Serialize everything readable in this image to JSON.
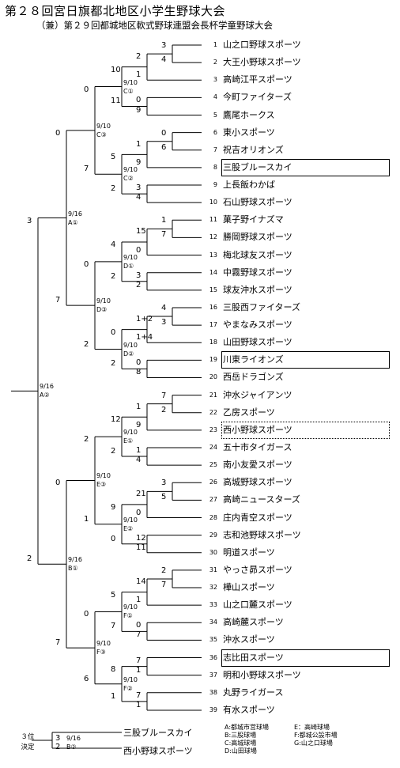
{
  "header": {
    "title": "第２８回宮日旗都北地区小学生野球大会",
    "subtitle": "（兼）第２９回都城地区軟式野球連盟会長杯学童野球大会"
  },
  "teams": [
    {
      "num": "1",
      "name": "山之口野球スポーツ"
    },
    {
      "num": "2",
      "name": "大王小野球スポーツ"
    },
    {
      "num": "3",
      "name": "高崎江平スポーツ"
    },
    {
      "num": "4",
      "name": "今町ファイターズ"
    },
    {
      "num": "5",
      "name": "鷹尾ホークス"
    },
    {
      "num": "6",
      "name": "東小スポーツ"
    },
    {
      "num": "7",
      "name": "祝吉オリオンズ"
    },
    {
      "num": "8",
      "name": "三股ブルースカイ"
    },
    {
      "num": "9",
      "name": "上長飯わかば"
    },
    {
      "num": "10",
      "name": "石山野球スポーツ"
    },
    {
      "num": "11",
      "name": "菓子野イナズマ"
    },
    {
      "num": "12",
      "name": "勝岡野球スポーツ"
    },
    {
      "num": "13",
      "name": "梅北球友スポーツ"
    },
    {
      "num": "14",
      "name": "中霧野球スポーツ"
    },
    {
      "num": "15",
      "name": "球友沖水スポーツ"
    },
    {
      "num": "16",
      "name": "三股西ファイターズ"
    },
    {
      "num": "17",
      "name": "やまなみスポーツ"
    },
    {
      "num": "18",
      "name": "山田野球スポーツ"
    },
    {
      "num": "19",
      "name": "川東ライオンズ"
    },
    {
      "num": "20",
      "name": "西岳ドラゴンズ"
    },
    {
      "num": "21",
      "name": "沖水ジャイアンツ"
    },
    {
      "num": "22",
      "name": "乙房スポーツ"
    },
    {
      "num": "23",
      "name": "西小野球スポーツ"
    },
    {
      "num": "24",
      "name": "五十市タイガース"
    },
    {
      "num": "25",
      "name": "南小友愛スポーツ"
    },
    {
      "num": "26",
      "name": "高城野球スポーツ"
    },
    {
      "num": "27",
      "name": "高崎ニュースターズ"
    },
    {
      "num": "28",
      "name": "庄内青空スポーツ"
    },
    {
      "num": "29",
      "name": "志和池野球スポーツ"
    },
    {
      "num": "30",
      "name": "明道スポーツ"
    },
    {
      "num": "31",
      "name": "やっさ昴スポーツ"
    },
    {
      "num": "32",
      "name": "樺山スポーツ"
    },
    {
      "num": "33",
      "name": "山之口麓スポーツ"
    },
    {
      "num": "34",
      "name": "高崎麓スポーツ"
    },
    {
      "num": "35",
      "name": "沖水スポーツ"
    },
    {
      "num": "36",
      "name": "志比田スポーツ"
    },
    {
      "num": "37",
      "name": "明和小野球スポーツ"
    },
    {
      "num": "38",
      "name": "丸野ライガース"
    },
    {
      "num": "39",
      "name": "有水スポーツ"
    }
  ],
  "third_place": {
    "label_line1": "３位",
    "label_line2": "決定",
    "team_top": "三股ブルースカイ",
    "team_bottom": "西小野球スポーツ",
    "score_top": "3",
    "score_bottom": "2",
    "date": "9/16",
    "code": "B②"
  },
  "legend": {
    "col1": [
      "A:都城市営球場",
      "B:三股球場",
      "C:高城球場",
      "D:山田球場"
    ],
    "col2": [
      "E：高崎球場",
      "F:都城公設市場",
      "G:山之口球場"
    ]
  },
  "bracket": {
    "first_round": [
      {
        "id": "r1",
        "a": 1,
        "b": 2,
        "sa": "3",
        "sb": "4"
      },
      {
        "id": "r6",
        "a": 6,
        "b": 7,
        "sa": "0",
        "sb": "6"
      },
      {
        "id": "r11",
        "a": 11,
        "b": 12,
        "sa": "1",
        "sb": "7"
      },
      {
        "id": "r16",
        "a": 16,
        "b": 17,
        "sa": "4",
        "sb": "3"
      },
      {
        "id": "r21",
        "a": 21,
        "b": 22,
        "sa": "7",
        "sb": "2"
      },
      {
        "id": "r26",
        "a": 26,
        "b": 27,
        "sa": "3",
        "sb": "5"
      },
      {
        "id": "r31",
        "a": 31,
        "b": 32,
        "sa": "2",
        "sb": "7"
      }
    ],
    "matches": [
      {
        "id": "m1",
        "sa": "2",
        "sb": "1",
        "date": "",
        "code": ""
      },
      {
        "id": "m2",
        "sa": "0",
        "sb": "9",
        "date": "",
        "code": ""
      },
      {
        "id": "m3",
        "sa": "10",
        "sb": "11",
        "date": "9/10",
        "code": "C①"
      },
      {
        "id": "m4",
        "sa": "1",
        "sb": "9",
        "date": "",
        "code": ""
      },
      {
        "id": "m5",
        "sa": "3",
        "sb": "4",
        "date": "",
        "code": ""
      },
      {
        "id": "m6",
        "sa": "5",
        "sb": "2",
        "date": "9/10",
        "code": "C②"
      },
      {
        "id": "m7",
        "sa": "0",
        "sb": "7",
        "date": "9/10",
        "code": "C③"
      },
      {
        "id": "m8",
        "sa": "15",
        "sb": "0",
        "date": "",
        "code": ""
      },
      {
        "id": "m9",
        "sa": "4",
        "sb": "2",
        "date": "9/10",
        "code": "D①"
      },
      {
        "id": "m10",
        "sa": "3",
        "sb": "2",
        "date": "",
        "code": ""
      },
      {
        "id": "m11",
        "sa": "1+2",
        "sb": "1+4",
        "date": "",
        "code": ""
      },
      {
        "id": "m12",
        "sa": "0",
        "sb": "2",
        "date": "9/10",
        "code": "D②"
      },
      {
        "id": "m13",
        "sa": "0",
        "sb": "8",
        "date": "",
        "code": ""
      },
      {
        "id": "m14",
        "sa": "0",
        "sb": "2",
        "date": "9/10",
        "code": "D③"
      },
      {
        "id": "m15",
        "sa": "0",
        "sb": "7",
        "date": "9/16",
        "code": "A①"
      },
      {
        "id": "m16",
        "sa": "1",
        "sb": "9",
        "date": "",
        "code": ""
      },
      {
        "id": "m17",
        "sa": "12",
        "sb": "2",
        "date": "9/10",
        "code": "E①"
      },
      {
        "id": "m18",
        "sa": "1",
        "sb": "4",
        "date": "",
        "code": ""
      },
      {
        "id": "m19",
        "sa": "2",
        "sb": "1",
        "date": "9/10",
        "code": "E③"
      },
      {
        "id": "m20",
        "sa": "21",
        "sb": "0",
        "date": "",
        "code": ""
      },
      {
        "id": "m21",
        "sa": "12",
        "sb": "11",
        "date": "",
        "code": ""
      },
      {
        "id": "m22",
        "sa": "9",
        "sb": "0",
        "date": "9/10",
        "code": "E②"
      },
      {
        "id": "m23",
        "sa": "14",
        "sb": "1",
        "date": "",
        "code": ""
      },
      {
        "id": "m24",
        "sa": "5",
        "sb": "7",
        "date": "9/10",
        "code": "F①"
      },
      {
        "id": "m25",
        "sa": "0",
        "sb": "7",
        "date": "",
        "code": ""
      },
      {
        "id": "m26",
        "sa": "0",
        "sb": "6",
        "date": "9/10",
        "code": "F③"
      },
      {
        "id": "m27",
        "sa": "7",
        "sb": "1",
        "date": "",
        "code": ""
      },
      {
        "id": "m28",
        "sa": "7",
        "sb": "1",
        "date": "",
        "code": ""
      },
      {
        "id": "m29",
        "sa": "8",
        "sb": "1",
        "date": "9/10",
        "code": "F②"
      },
      {
        "id": "m30",
        "sa": "0",
        "sb": "7",
        "date": "9/16",
        "code": "B①"
      },
      {
        "id": "final",
        "sa": "3",
        "sb": "2",
        "date": "9/16",
        "code": "A②"
      }
    ]
  },
  "boxed_teams": [
    "8",
    "19",
    "23",
    "36"
  ],
  "dotted_teams": [
    "23"
  ]
}
